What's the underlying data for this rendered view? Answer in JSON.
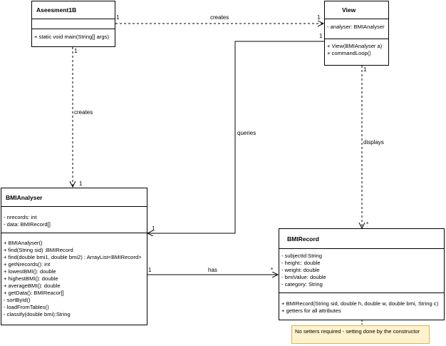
{
  "classes": {
    "aseesment": {
      "name": "Aseesment1B",
      "attributes": [],
      "methods": [
        "+ static void main(String[] args)"
      ]
    },
    "view": {
      "name": "View",
      "attributes": [
        "- analyser: BMIAnalyser"
      ],
      "methods": [
        "+ View(BMIAnalyser a)",
        "+ commandLoop()"
      ]
    },
    "analyser": {
      "name": "BMIAnalyser",
      "attributes": [
        "- nrecords: int",
        "- data: BMIRecord[]"
      ],
      "methods": [
        "+ BMIAnalyser()",
        "+ find(String sid) :BMIRecord",
        "+ find(double bmi1, double bmi2) : ArrayList<BMIRecord>",
        "+ getNrecords(): int",
        "+ lowestBMI(): double",
        "+ highestBMI(): double",
        "+ averageBMI(): double",
        "+ getData(): BMIReacor[]",
        "- sortById()",
        "- loadFromTables()",
        "- classify(double bmi):String"
      ]
    },
    "record": {
      "name": "BMIRecord",
      "attributes": [
        "- subjectId:String",
        "- height:: double",
        "- weight: double",
        "- bmiValue: double",
        "- category: String"
      ],
      "methods": [
        "+ BMIRecord(String sid, double h, double w, double bmi, String c)",
        "+ getters for all attributes"
      ]
    }
  },
  "relations": {
    "creates_view": {
      "label": "creates",
      "src_mult": "1",
      "dst_mult": "1"
    },
    "creates_analyser": {
      "label": "creates",
      "src_mult": "1",
      "dst_mult": "1"
    },
    "queries": {
      "label": "queries",
      "src_mult": "1",
      "dst_mult": "1"
    },
    "displays": {
      "label": "displays",
      "src_mult": "1",
      "dst_mult": "*"
    },
    "has": {
      "label": "has",
      "src_mult": "1",
      "dst_mult": "*"
    }
  },
  "note": {
    "text": "No setters required - setting done by the constructor"
  }
}
